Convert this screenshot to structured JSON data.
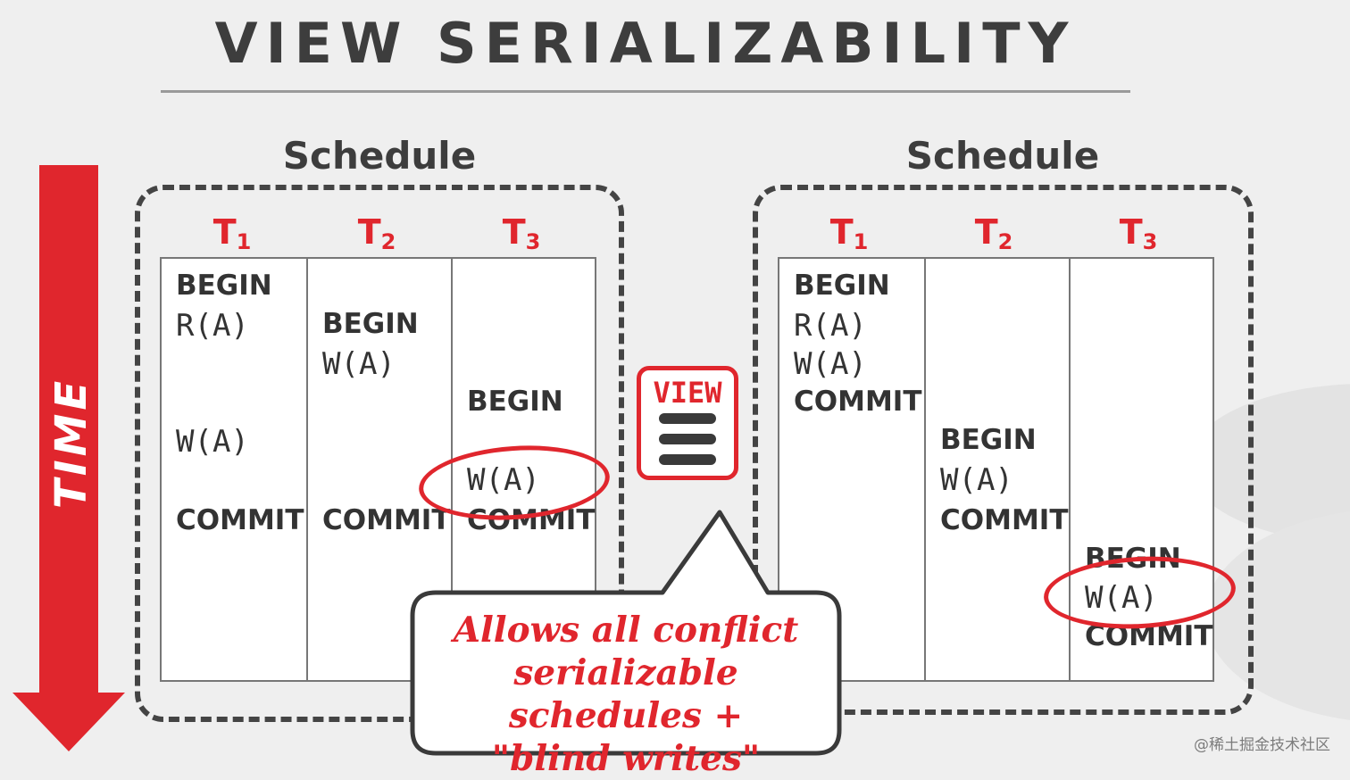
{
  "title": "VIEW SERIALIZABILITY",
  "time_label": "TIME",
  "left_schedule": {
    "label": "Schedule",
    "txns": [
      {
        "name": "T",
        "sub": "1"
      },
      {
        "name": "T",
        "sub": "2"
      },
      {
        "name": "T",
        "sub": "3"
      }
    ],
    "columns": [
      [
        "BEGIN",
        "R(A)",
        "",
        "",
        "W(A)",
        "",
        "COMMIT"
      ],
      [
        "",
        "BEGIN",
        "W(A)",
        "",
        "",
        "",
        "COMMIT"
      ],
      [
        "",
        "",
        "",
        "BEGIN",
        "",
        "W(A)",
        "COMMIT"
      ]
    ]
  },
  "right_schedule": {
    "label": "Schedule",
    "txns": [
      {
        "name": "T",
        "sub": "1"
      },
      {
        "name": "T",
        "sub": "2"
      },
      {
        "name": "T",
        "sub": "3"
      }
    ],
    "columns": [
      [
        "BEGIN",
        "R(A)",
        "W(A)",
        "COMMIT",
        "",
        "",
        "",
        "",
        "",
        ""
      ],
      [
        "",
        "",
        "",
        "",
        "BEGIN",
        "W(A)",
        "COMMIT",
        "",
        "",
        ""
      ],
      [
        "",
        "",
        "",
        "",
        "",
        "",
        "",
        "BEGIN",
        "W(A)",
        "COMMIT"
      ]
    ]
  },
  "view_icon": {
    "label": "VIEW"
  },
  "callout": {
    "lines": [
      "Allows all conflict",
      "serializable schedules +",
      "\"blind writes\""
    ]
  },
  "watermark": "@稀土掘金技术社区",
  "colors": {
    "accent": "#e0262d",
    "ink": "#3d3d3d",
    "background": "#efefef"
  }
}
